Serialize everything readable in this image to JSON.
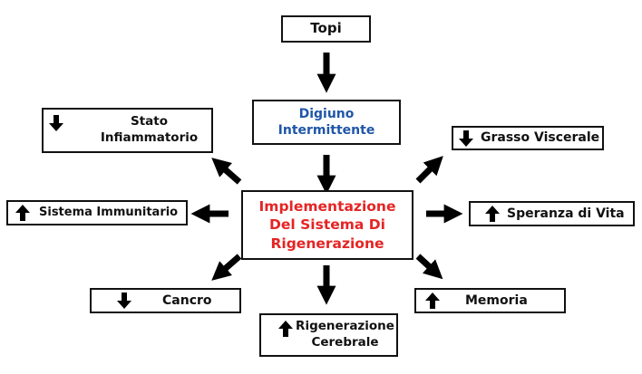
{
  "top": {
    "label": "Topi"
  },
  "middle": {
    "line1": "Digiuno",
    "line2": "Intermittente",
    "color": "#1f56a8"
  },
  "center": {
    "line1": "Implementazione",
    "line2": "Del Sistema Di",
    "line3": "Rigenerazione",
    "color": "#e52424"
  },
  "effects": {
    "stato_infiammatorio": {
      "line1": "Stato",
      "line2": "Infiammatorio",
      "direction": "down"
    },
    "sistema_immunitario": {
      "label": "Sistema Immunitario",
      "direction": "up"
    },
    "cancro": {
      "label": "Cancro",
      "direction": "down"
    },
    "rigenerazione_cerebrale": {
      "line1": "Rigenerazione",
      "line2": "Cerebrale",
      "direction": "up"
    },
    "grasso_viscerale": {
      "label": "Grasso Viscerale",
      "direction": "down"
    },
    "speranza_di_vita": {
      "label": "Speranza di Vita",
      "direction": "up"
    },
    "memoria": {
      "label": "Memoria",
      "direction": "up"
    }
  }
}
